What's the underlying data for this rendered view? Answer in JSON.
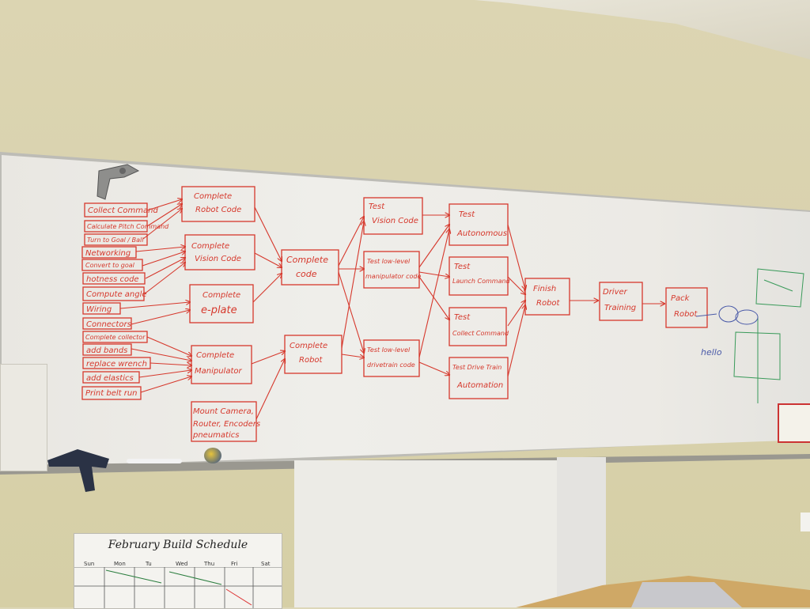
{
  "scene": {
    "board_ink_color": "#d6382c",
    "green_ink_color": "#3a9a5a",
    "blue_ink_color": "#4a5aa8"
  },
  "inputs": [
    "Collect Command",
    "Calculate Pitch Command",
    "Turn to Goal / Ball",
    "Networking",
    "Convert to goal",
    "hotness code",
    "Compute angle",
    "Wiring",
    "Connectors",
    "Complete collector",
    "add bands",
    "replace wrench",
    "add elastics",
    "Print belt run"
  ],
  "tasks": {
    "robot_code": [
      "Complete",
      "Robot Code"
    ],
    "vision_code": [
      "Complete",
      "Vision Code"
    ],
    "eplate": [
      "Complete",
      "e-plate"
    ],
    "manipulator": [
      "Complete",
      "Manipulator"
    ],
    "mount": [
      "Mount Camera,",
      "Router, Encoders",
      "pneumatics"
    ],
    "complete_code": [
      "Complete",
      "code"
    ],
    "complete_robot": [
      "Complete",
      "Robot"
    ],
    "test_vision": [
      "Test",
      "Vision Code"
    ],
    "test_manip": [
      "Test low-level",
      "manipulator code"
    ],
    "test_drivetrain": [
      "Test low-level",
      "drivetrain code"
    ],
    "test_auto": [
      "Test",
      "Autonomous"
    ],
    "test_launch": [
      "Test",
      "Launch Command"
    ],
    "test_collect": [
      "Test",
      "Collect Command"
    ],
    "test_drive_auto": [
      "Test Drive Train",
      "Automation"
    ],
    "finish_robot": [
      "Finish",
      "Robot"
    ],
    "driver_training": [
      "Driver",
      "Training"
    ],
    "pack_robot": [
      "Pack",
      "Robot"
    ]
  },
  "side_note": "hello",
  "calendar": {
    "title": "February Build Schedule",
    "days": [
      "Sun",
      "Mon",
      "Tu",
      "Wed",
      "Thu",
      "Fri",
      "Sat"
    ]
  }
}
